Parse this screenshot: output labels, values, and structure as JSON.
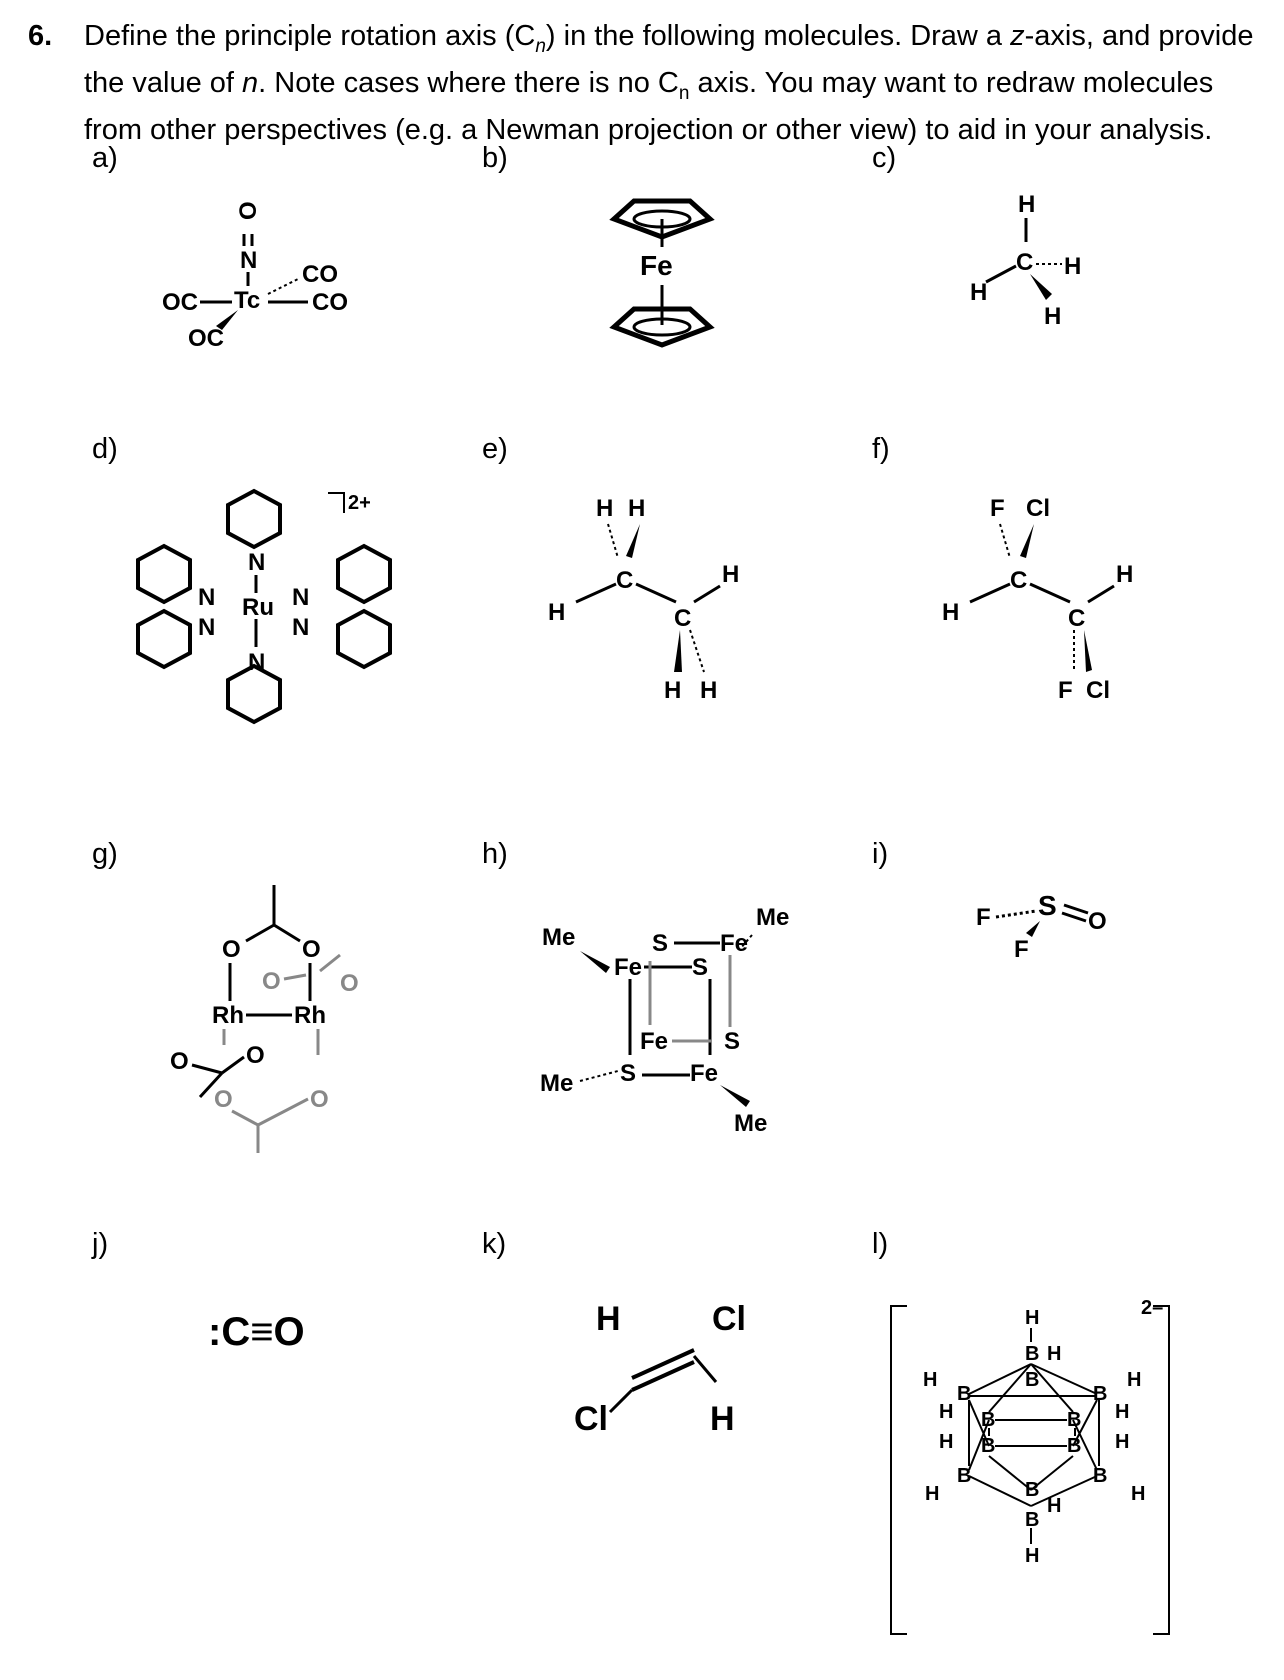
{
  "question": {
    "number": "6.",
    "text_part1": "Define the principle rotation axis (C",
    "sub_n": "n",
    "text_part2": ") in the following molecules. Draw a ",
    "z_axis": "z",
    "text_part3": "-axis, and provide the value of ",
    "n_var": "n",
    "text_part4": ". Note cases where there is no C",
    "sub_n2": "n",
    "text_part5": " axis. You may want to redraw molecules from other perspectives (e.g. a Newman projection or other view) to aid in your analysis."
  },
  "labels": [
    "a)",
    "b)",
    "c)",
    "d)",
    "e)",
    "f)",
    "g)",
    "h)",
    "i)",
    "j)",
    "k)",
    "l)"
  ],
  "molecules": {
    "a": {
      "o": "O",
      "n": "N",
      "tc": "Tc",
      "co1": "CO",
      "co2": "CO",
      "oc1": "OC",
      "oc2": "OC"
    },
    "b": {
      "fe": "Fe"
    },
    "c": {
      "h_top": "H",
      "c": "C",
      "h_right": "H",
      "h_left": "H",
      "h_bottom": "H"
    },
    "d": {
      "ru": "Ru",
      "n": "N",
      "charge": "2+"
    },
    "e": {
      "h": "H",
      "c": "C"
    },
    "f": {
      "f": "F",
      "cl": "Cl",
      "h": "H",
      "c": "C"
    },
    "g": {
      "rh": "Rh",
      "o": "O"
    },
    "h": {
      "me": "Me",
      "s": "S",
      "fe": "Fe"
    },
    "i": {
      "f": "F",
      "s": "S",
      "o": "O"
    },
    "j": {
      "formula": ":C≡O"
    },
    "k": {
      "h": "H",
      "cl": "Cl"
    },
    "l": {
      "b": "B",
      "h": "H",
      "charge": "2–"
    }
  }
}
